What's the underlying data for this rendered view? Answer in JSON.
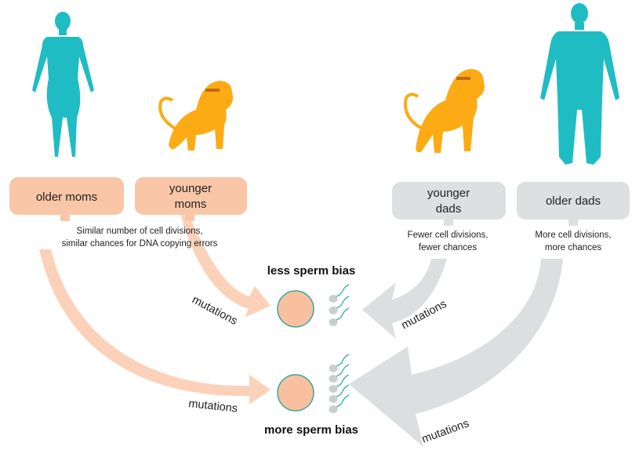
{
  "colors": {
    "human": "#1fbcc4",
    "monkey": "#fcab14",
    "mom_box": "#f9c6a8",
    "dad_box": "#dde0e1",
    "mom_arrow": "#fbd2b9",
    "dad_arrow": "#dcdfe0",
    "egg_fill": "#f9c0a0",
    "egg_stroke": "#3aa79c",
    "sperm_head": "#c9cfd1",
    "sperm_tail": "#3fb2a6"
  },
  "groups": {
    "older_moms": {
      "label": "older moms",
      "icon": "human-female-icon"
    },
    "younger_moms": {
      "label_line1": "younger",
      "label_line2": "moms",
      "icon": "monkey-icon"
    },
    "younger_dads": {
      "label_line1": "younger",
      "label_line2": "dads",
      "icon": "monkey-icon"
    },
    "older_dads": {
      "label": "older dads",
      "icon": "human-male-icon"
    }
  },
  "notes": {
    "moms_line1": "Similar number of cell divisions,",
    "moms_line2": "similar chances for DNA copying errors",
    "younger_dads_line1": "Fewer cell divisions,",
    "younger_dads_line2": "fewer chances",
    "older_dads_line1": "More cell divisions,",
    "older_dads_line2": "more chances"
  },
  "arrow_labels": {
    "younger_moms": "mutations",
    "older_moms": "mutations",
    "younger_dads": "mutations",
    "older_dads": "mutations"
  },
  "outcomes": {
    "less": "less sperm bias",
    "more": "more sperm bias"
  }
}
